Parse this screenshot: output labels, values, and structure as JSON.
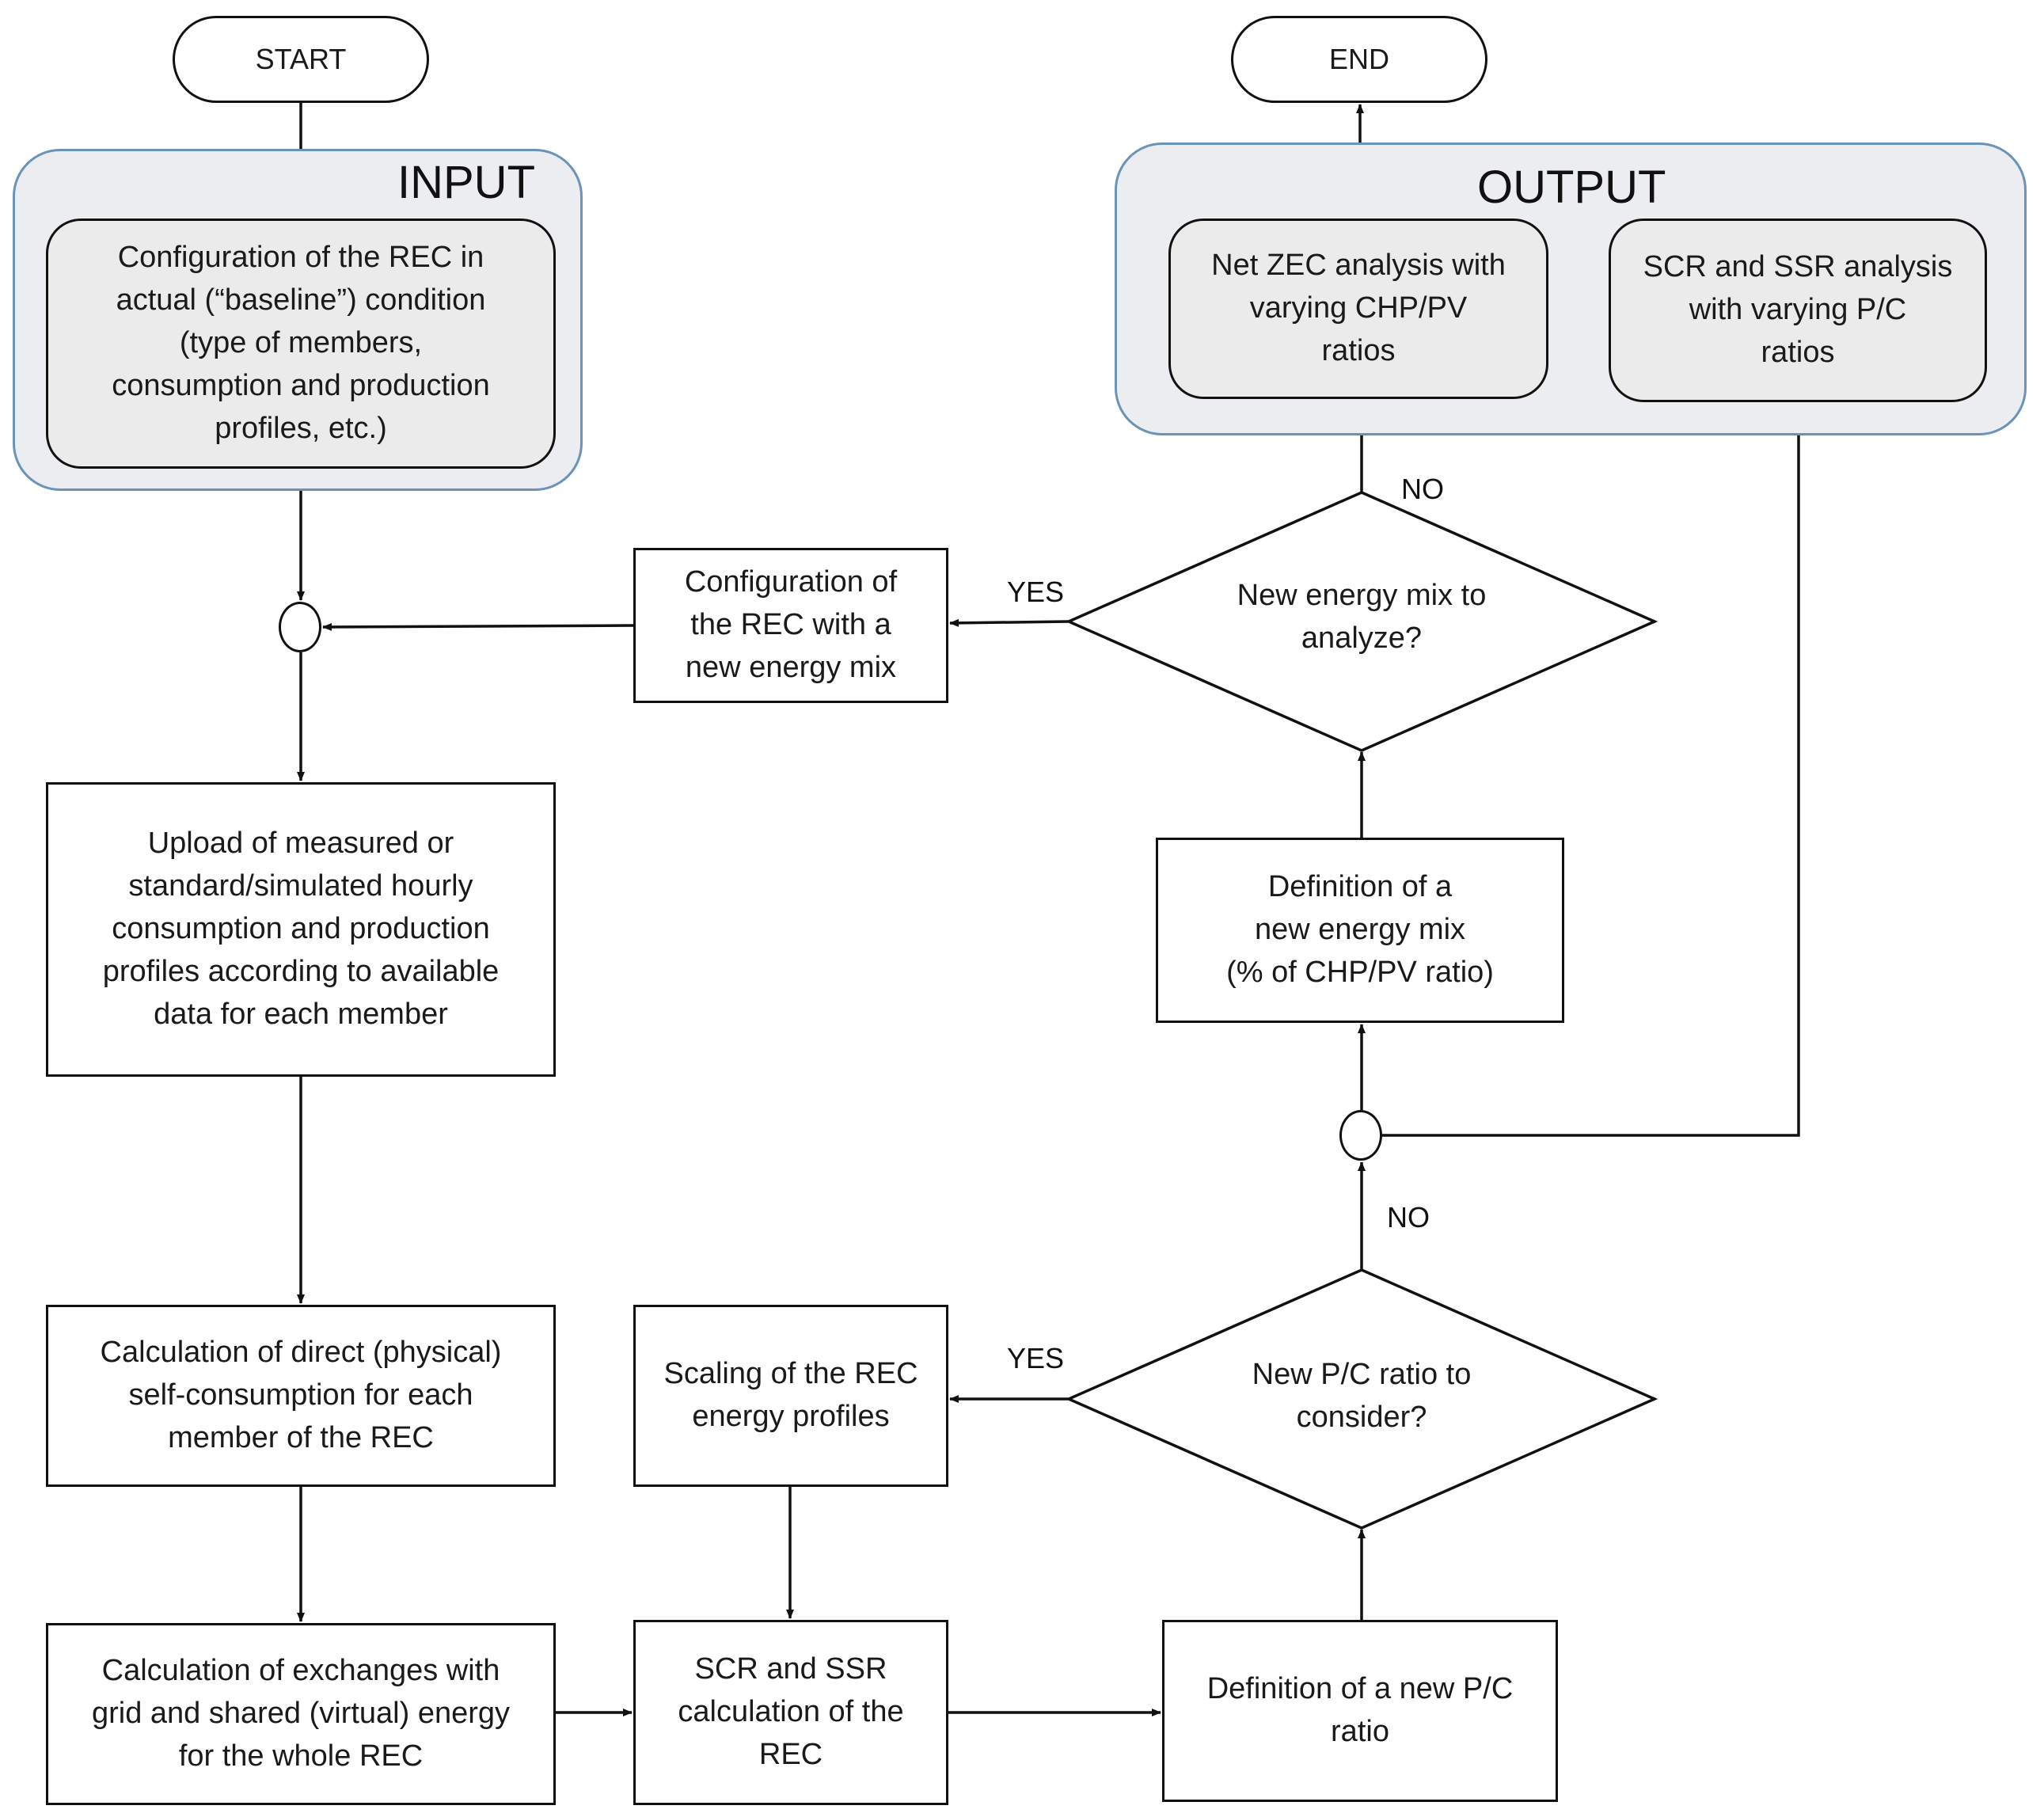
{
  "terminals": {
    "start": "START",
    "end": "END"
  },
  "groups": {
    "input": "INPUT",
    "output": "OUTPUT"
  },
  "nodes": {
    "config_baseline": "Configuration of the REC in\nactual (“baseline”) condition\n(type of members,\nconsumption and production\nprofiles, etc.)",
    "net_zec": "Net ZEC analysis with\nvarying CHP/PV\nratios",
    "scr_ssr_analysis": "SCR and SSR analysis\nwith varying P/C\nratios",
    "config_new_mix": "Configuration of\nthe REC with a\nnew energy mix",
    "upload_profiles": "Upload of measured or\nstandard/simulated hourly\nconsumption and production\nprofiles according to available\ndata for each member",
    "definition_mix": "Definition of a\nnew energy mix\n(% of CHP/PV ratio)",
    "direct_self_consumption": "Calculation of direct (physical)\nself-consumption for each\nmember of the REC",
    "scaling_profiles": "Scaling of the REC\nenergy profiles",
    "exchanges": "Calculation of exchanges with\ngrid and shared (virtual) energy\nfor the whole REC",
    "scr_ssr_calc": "SCR and SSR\ncalculation of the\nREC",
    "definition_pc": "Definition of a new P/C\nratio"
  },
  "decisions": {
    "energy_mix": "New energy mix to\nanalyze?",
    "pc_ratio": "New P/C ratio to\nconsider?"
  },
  "edge_labels": {
    "mix_yes": "YES",
    "mix_no": "NO",
    "pc_yes": "YES",
    "pc_no": "NO"
  }
}
